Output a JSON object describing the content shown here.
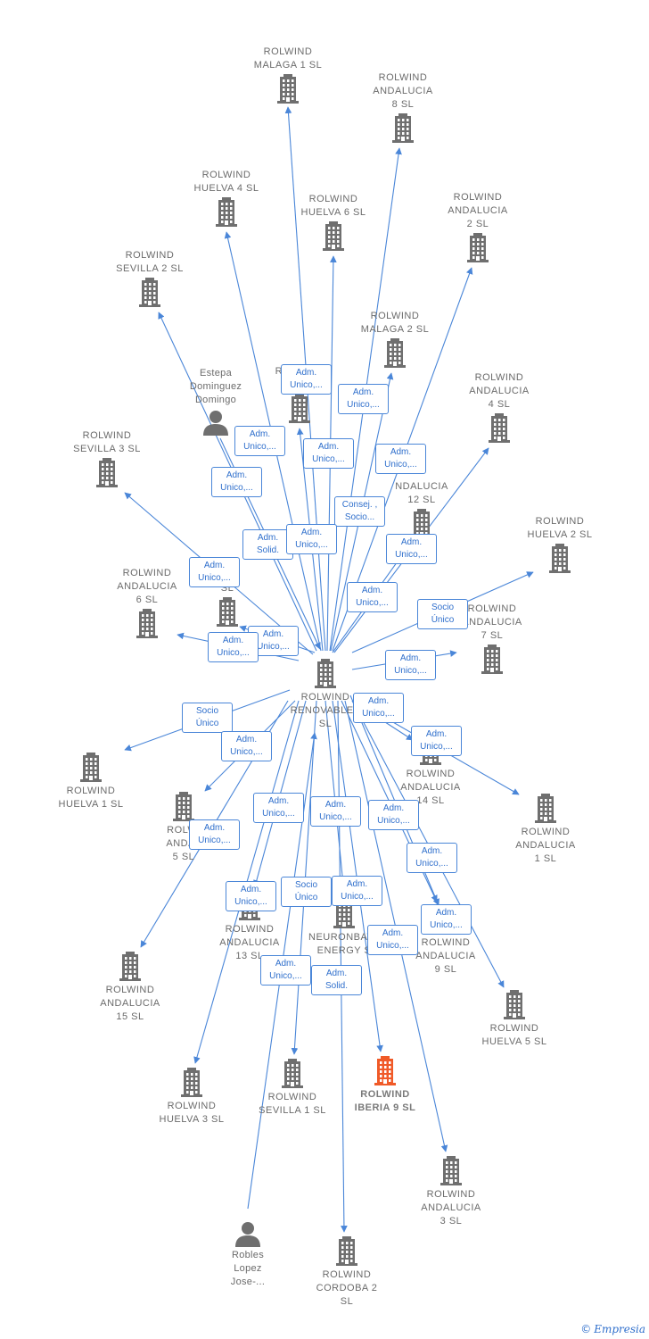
{
  "colors": {
    "edge": "#4a86d8",
    "node": "#6f6f6f",
    "focus": "#f05a28",
    "label_border": "#4a86d8"
  },
  "nodes": [
    {
      "id": "center",
      "kind": "company",
      "label": "ROLWIND\nRENOVABLES\nSL",
      "label_pos": "below"
    },
    {
      "id": "malaga1",
      "kind": "company",
      "label": "ROLWIND\nMALAGA 1  SL",
      "label_pos": "above"
    },
    {
      "id": "and8",
      "kind": "company",
      "label": "ROLWIND\nANDALUCIA\n8  SL",
      "label_pos": "above"
    },
    {
      "id": "huelva4",
      "kind": "company",
      "label": "ROLWIND\nHUELVA 4  SL",
      "label_pos": "above"
    },
    {
      "id": "huelva6",
      "kind": "company",
      "label": "ROLWIND\nHUELVA 6  SL",
      "label_pos": "above"
    },
    {
      "id": "and2",
      "kind": "company",
      "label": "ROLWIND\nANDALUCIA\n2  SL",
      "label_pos": "above"
    },
    {
      "id": "sevilla2",
      "kind": "company",
      "label": "ROLWIND\nSEVILLA 2  SL",
      "label_pos": "above"
    },
    {
      "id": "malaga2",
      "kind": "company",
      "label": "ROLWIND\nMALAGA 2  SL",
      "label_pos": "above"
    },
    {
      "id": "andA",
      "kind": "company",
      "label": "ROLWIND\nAN",
      "label_pos": "above"
    },
    {
      "id": "estepa",
      "kind": "person",
      "label": "Estepa\nDominguez\nDomingo",
      "label_pos": "above"
    },
    {
      "id": "and4",
      "kind": "company",
      "label": "ROLWIND\nANDALUCIA\n4  SL",
      "label_pos": "above"
    },
    {
      "id": "sevilla3",
      "kind": "company",
      "label": "ROLWIND\nSEVILLA 3  SL",
      "label_pos": "above"
    },
    {
      "id": "and12",
      "kind": "company",
      "label": "NDALUCIA\n12  SL",
      "label_pos": "above"
    },
    {
      "id": "huelva2",
      "kind": "company",
      "label": "ROLWIND\nHUELVA 2  SL",
      "label_pos": "above"
    },
    {
      "id": "andB",
      "kind": "company",
      "label": "A 1\nSL",
      "label_pos": "above"
    },
    {
      "id": "and6",
      "kind": "company",
      "label": "ROLWIND\nANDALUCIA\n6  SL",
      "label_pos": "above"
    },
    {
      "id": "and7",
      "kind": "company",
      "label": "ROLWIND\nANDALUCIA\n7  SL",
      "label_pos": "above"
    },
    {
      "id": "huelva1",
      "kind": "company",
      "label": "ROLWIND\nHUELVA 1  SL",
      "label_pos": "below"
    },
    {
      "id": "and14",
      "kind": "company",
      "label": "ROLWIND\nANDALUCIA\n14  SL",
      "label_pos": "below"
    },
    {
      "id": "and1",
      "kind": "company",
      "label": "ROLWIND\nANDALUCIA\n1  SL",
      "label_pos": "below"
    },
    {
      "id": "and5",
      "kind": "company",
      "label": "ROLWI\nANDAL\n5  SL",
      "label_pos": "below"
    },
    {
      "id": "and13",
      "kind": "company",
      "label": "ROLWIND\nANDALUCIA\n13  SL",
      "label_pos": "below"
    },
    {
      "id": "neuron",
      "kind": "company",
      "label": "NEURONBATT\nENERGY  S",
      "label_pos": "below"
    },
    {
      "id": "and9",
      "kind": "company",
      "label": "ROLWIND\nANDALUCIA\n9  SL",
      "label_pos": "below"
    },
    {
      "id": "and15",
      "kind": "company",
      "label": "ROLWIND\nANDALUCIA\n15  SL",
      "label_pos": "below"
    },
    {
      "id": "huelva5",
      "kind": "company",
      "label": "ROLWIND\nHUELVA 5  SL",
      "label_pos": "below"
    },
    {
      "id": "huelva3",
      "kind": "company",
      "label": "ROLWIND\nHUELVA 3  SL",
      "label_pos": "below"
    },
    {
      "id": "sevilla1",
      "kind": "company",
      "label": "ROLWIND\nSEVILLA 1  SL",
      "label_pos": "below"
    },
    {
      "id": "iberia9",
      "kind": "company",
      "label": "ROLWIND\nIBERIA 9  SL",
      "label_pos": "below",
      "focus": true
    },
    {
      "id": "and3",
      "kind": "company",
      "label": "ROLWIND\nANDALUCIA\n3  SL",
      "label_pos": "below"
    },
    {
      "id": "robles",
      "kind": "person",
      "label": "Robles\nLopez\nJose-...",
      "label_pos": "below"
    },
    {
      "id": "cordoba2",
      "kind": "company",
      "label": "ROLWIND\nCORDOBA 2\nSL",
      "label_pos": "below"
    }
  ],
  "edge_labels": [
    "Adm.\nUnico,...",
    "Adm.\nUnico,...",
    "Adm.\nUnico,...",
    "Adm.\nUnico,...",
    "Adm.\nUnico,...",
    "Adm.\nUnico,...",
    "Consej. ,\nSocio...",
    "Adm.\nSolid.",
    "Adm.\nUnico,...",
    "Adm.\nUnico,...",
    "Adm.\nUnico,...",
    "Adm.\nUnico,...",
    "Socio\nÚnico",
    "Adm.\nUnico,...",
    "Adm.\nUnico,...",
    "Adm.\nUnico,...",
    "Socio\nÚnico",
    "Adm.\nUnico,...",
    "Adm.\nUnico,...",
    "Adm.\nUnico,...",
    "Adm.\nUnico,...",
    "Adm.\nUnico,...",
    "Adm.\nUnico,...",
    "Adm.\nUnico,...",
    "Adm.\nUnico,...",
    "Adm.\nUnico,...",
    "Socio\nÚnico",
    "Adm.\nUnico,...",
    "Adm.\nUnico,...",
    "Adm.\nUnico,...",
    "Adm.\nSolid.",
    "Adm.\nUnico,..."
  ],
  "brand": {
    "copyright": "©",
    "name": "Empresia"
  }
}
